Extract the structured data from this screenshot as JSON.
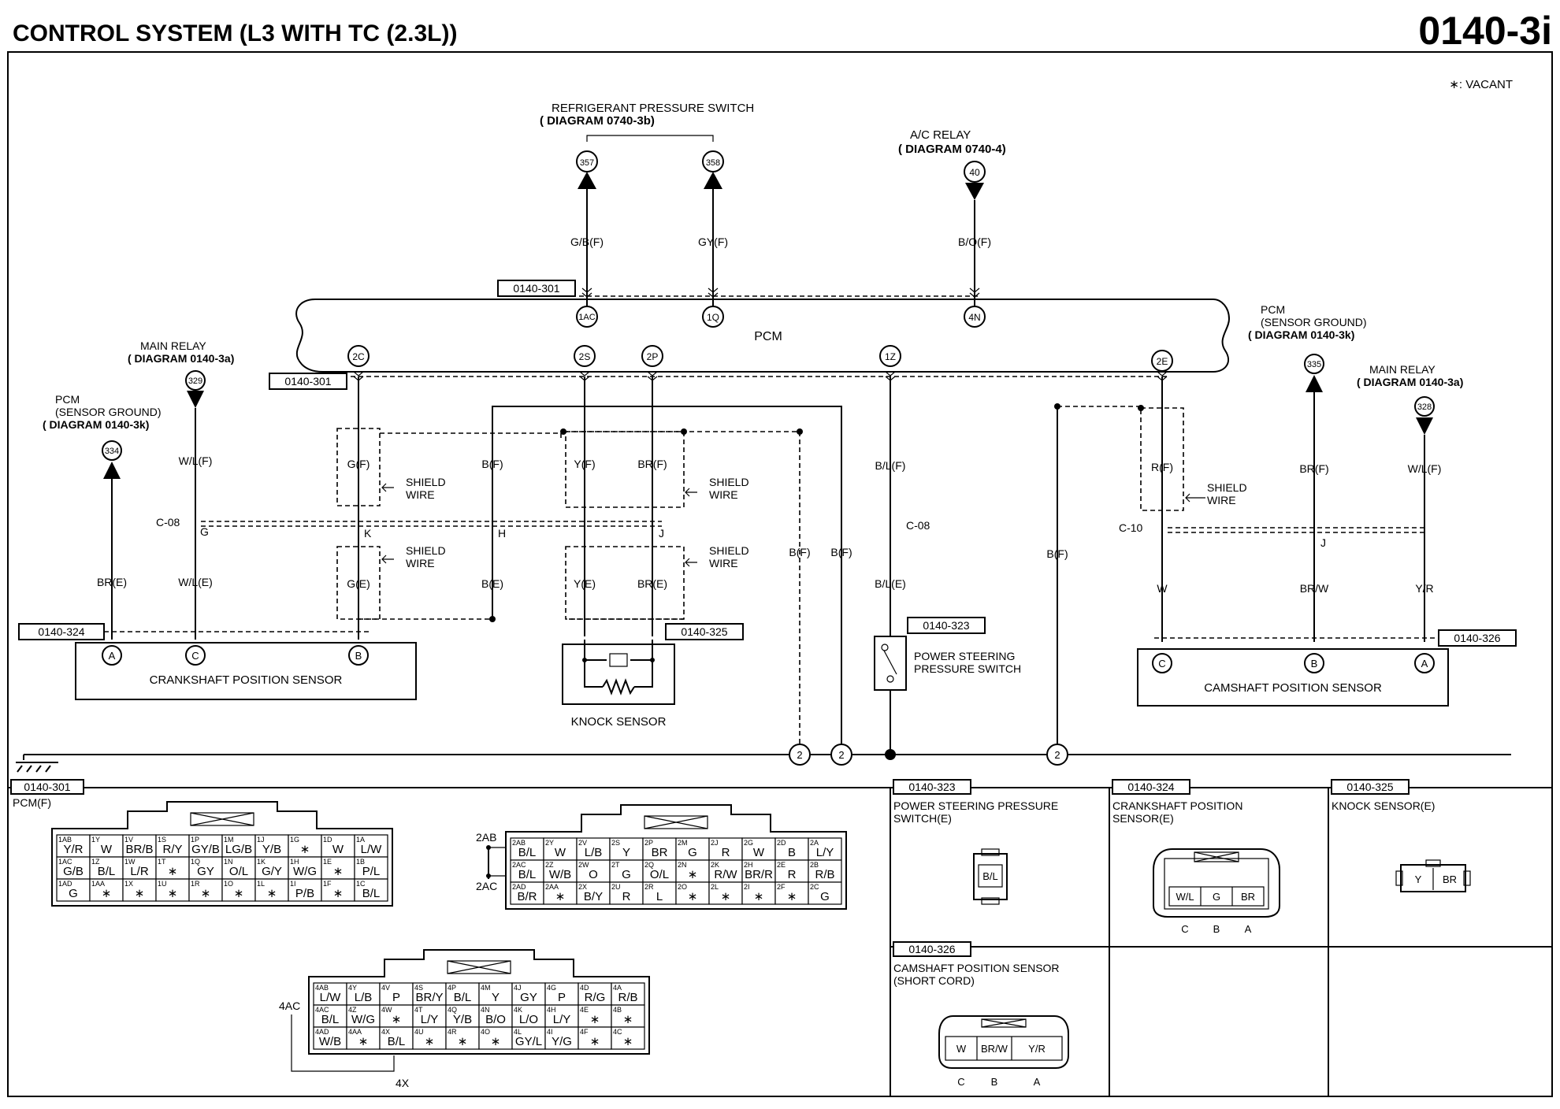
{
  "header": {
    "title": "CONTROL SYSTEM (L3 WITH TC (2.3L))",
    "page_code": "0140-3i"
  },
  "legend": {
    "vacant": "∗: VACANT"
  },
  "pcm": {
    "label": "PCM",
    "ref_top": "0140-301",
    "ref_bottom": "0140-301"
  },
  "top": {
    "refrig_label": "REFRIGERANT PRESSURE SWITCH",
    "refrig_diag": "( DIAGRAM 0740-3b)",
    "ac_label": "A/C RELAY",
    "ac_diag": "( DIAGRAM 0740-4)",
    "c357": "357",
    "c358": "358",
    "c40": "40",
    "w357": "G/B(F)",
    "w358": "GY(F)",
    "w40": "B/O(F)",
    "p1ac": "1AC",
    "p1q": "1Q",
    "p4n": "4N"
  },
  "pins": {
    "p2c": "2C",
    "p2s": "2S",
    "p2p": "2P",
    "p1z": "1Z",
    "p2e": "2E"
  },
  "left": {
    "main_relay": "MAIN RELAY",
    "main_relay_diag": "( DIAGRAM 0140-3a)",
    "c329": "329",
    "pcm_sg": "PCM",
    "pcm_sg2": "(SENSOR GROUND)",
    "pcm_sg_diag": "( DIAGRAM 0140-3k)",
    "c334": "334",
    "wl_f": "W/L(F)",
    "wl_e": "W/L(E)",
    "br_e": "BR(E)",
    "c08": "C-08",
    "g": "G",
    "g_f": "G(F)",
    "g_e": "G(E)",
    "k": "K",
    "b_f": "B(F)",
    "b_e": "B(E)",
    "h": "H",
    "shield": "SHIELD",
    "wire": "WIRE"
  },
  "knock": {
    "y_f": "Y(F)",
    "br_f": "BR(F)",
    "y_e": "Y(E)",
    "br_e": "BR(E)",
    "j": "J",
    "ref": "0140-325",
    "label": "KNOCK SENSOR",
    "bf1": "B(F)",
    "bf2": "B(F)"
  },
  "crank": {
    "ref": "0140-324",
    "label": "CRANKSHAFT POSITION SENSOR",
    "a": "A",
    "c": "C",
    "b": "B"
  },
  "ps": {
    "bl_f": "B/L(F)",
    "c08": "C-08",
    "bl_e": "B/L(E)",
    "ref": "0140-323",
    "label1": "POWER STEERING",
    "label2": "PRESSURE SWITCH"
  },
  "right": {
    "pcm_sg": "PCM",
    "pcm_sg2": "(SENSOR GROUND)",
    "pcm_sg_diag": "( DIAGRAM 0140-3k)",
    "c335": "335",
    "main_relay": "MAIN RELAY",
    "main_relay_diag": "( DIAGRAM 0140-3a)",
    "c328": "328",
    "r_f": "R(F)",
    "c10": "C-10",
    "w": "W",
    "br_f": "BR(F)",
    "brw": "BR/W",
    "j": "J",
    "wl_f": "W/L(F)",
    "yr": "Y/R",
    "b_f": "B(F)",
    "ref": "0140-326",
    "label": "CAMSHAFT POSITION SENSOR",
    "c": "C",
    "b": "B",
    "a": "A"
  },
  "ground": {
    "g2": "2"
  },
  "conn_pcm": {
    "ref": "0140-301",
    "label": "PCM(F)",
    "row1": [
      [
        "1AB",
        "Y/R"
      ],
      [
        "1Y",
        "W"
      ],
      [
        "1V",
        "BR/B"
      ],
      [
        "1S",
        "R/Y"
      ],
      [
        "1P",
        "GY/B"
      ],
      [
        "1M",
        "LG/B"
      ],
      [
        "1J",
        "Y/B"
      ],
      [
        "1G",
        "∗"
      ],
      [
        "1D",
        "W"
      ],
      [
        "1A",
        "L/W"
      ]
    ],
    "row2": [
      [
        "1AC",
        "G/B"
      ],
      [
        "1Z",
        "B/L"
      ],
      [
        "1W",
        "L/R"
      ],
      [
        "1T",
        "∗"
      ],
      [
        "1Q",
        "GY"
      ],
      [
        "1N",
        "O/L"
      ],
      [
        "1K",
        "G/Y"
      ],
      [
        "1H",
        "W/G"
      ],
      [
        "1E",
        "∗"
      ],
      [
        "1B",
        "P/L"
      ]
    ],
    "row3": [
      [
        "1AD",
        "G"
      ],
      [
        "1AA",
        "∗"
      ],
      [
        "1X",
        "∗"
      ],
      [
        "1U",
        "∗"
      ],
      [
        "1R",
        "∗"
      ],
      [
        "1O",
        "∗"
      ],
      [
        "1L",
        "∗"
      ],
      [
        "1I",
        "P/B"
      ],
      [
        "1F",
        "∗"
      ],
      [
        "1C",
        "B/L"
      ]
    ],
    "lbl_2ab": "2AB",
    "lbl_2ac": "2AC",
    "rowb1": [
      [
        "2AB",
        "B/L"
      ],
      [
        "2Y",
        "W"
      ],
      [
        "2V",
        "L/B"
      ],
      [
        "2S",
        "Y"
      ],
      [
        "2P",
        "BR"
      ],
      [
        "2M",
        "G"
      ],
      [
        "2J",
        "R"
      ],
      [
        "2G",
        "W"
      ],
      [
        "2D",
        "B"
      ],
      [
        "2A",
        "L/Y"
      ]
    ],
    "rowb2": [
      [
        "2AC",
        "B/L"
      ],
      [
        "2Z",
        "W/B"
      ],
      [
        "2W",
        "O"
      ],
      [
        "2T",
        "G"
      ],
      [
        "2Q",
        "O/L"
      ],
      [
        "2N",
        "∗"
      ],
      [
        "2K",
        "R/W"
      ],
      [
        "2H",
        "BR/R"
      ],
      [
        "2E",
        "R"
      ],
      [
        "2B",
        "R/B"
      ]
    ],
    "rowb3": [
      [
        "2AD",
        "B/R"
      ],
      [
        "2AA",
        "∗"
      ],
      [
        "2X",
        "B/Y"
      ],
      [
        "2U",
        "R"
      ],
      [
        "2R",
        "L"
      ],
      [
        "2O",
        "∗"
      ],
      [
        "2L",
        "∗"
      ],
      [
        "2I",
        "∗"
      ],
      [
        "2F",
        "∗"
      ],
      [
        "2C",
        "G"
      ]
    ],
    "lbl_4ac": "4AC",
    "lbl_4x": "4X",
    "rowc1": [
      [
        "4AB",
        "L/W"
      ],
      [
        "4Y",
        "L/B"
      ],
      [
        "4V",
        "P"
      ],
      [
        "4S",
        "BR/Y"
      ],
      [
        "4P",
        "B/L"
      ],
      [
        "4M",
        "Y"
      ],
      [
        "4J",
        "GY"
      ],
      [
        "4G",
        "P"
      ],
      [
        "4D",
        "R/G"
      ],
      [
        "4A",
        "R/B"
      ]
    ],
    "rowc2": [
      [
        "4AC",
        "B/L"
      ],
      [
        "4Z",
        "W/G"
      ],
      [
        "4W",
        "∗"
      ],
      [
        "4T",
        "L/Y"
      ],
      [
        "4Q",
        "Y/B"
      ],
      [
        "4N",
        "B/O"
      ],
      [
        "4K",
        "L/O"
      ],
      [
        "4H",
        "L/Y"
      ],
      [
        "4E",
        "∗"
      ],
      [
        "4B",
        "∗"
      ]
    ],
    "rowc3": [
      [
        "4AD",
        "W/B"
      ],
      [
        "4AA",
        "∗"
      ],
      [
        "4X",
        "B/L"
      ],
      [
        "4U",
        "∗"
      ],
      [
        "4R",
        "∗"
      ],
      [
        "4O",
        "∗"
      ],
      [
        "4L",
        "GY/L"
      ],
      [
        "4I",
        "Y/G"
      ],
      [
        "4F",
        "∗"
      ],
      [
        "4C",
        "∗"
      ]
    ]
  },
  "conn_323": {
    "ref": "0140-323",
    "label1": "POWER STEERING PRESSURE",
    "label2": "SWITCH(E)",
    "pin": "B/L"
  },
  "conn_324": {
    "ref": "0140-324",
    "label1": "CRANKSHAFT POSITION",
    "label2": "SENSOR(E)",
    "p1": "W/L",
    "p2": "G",
    "p3": "BR",
    "c": "C",
    "b": "B",
    "a": "A"
  },
  "conn_325": {
    "ref": "0140-325",
    "label1": "KNOCK SENSOR(E)",
    "p1": "Y",
    "p2": "BR"
  },
  "conn_326": {
    "ref": "0140-326",
    "label1": "CAMSHAFT POSITION SENSOR",
    "label2": "(SHORT CORD)",
    "p1": "W",
    "p2": "BR/W",
    "p3": "Y/R",
    "c": "C",
    "b": "B",
    "a": "A"
  }
}
